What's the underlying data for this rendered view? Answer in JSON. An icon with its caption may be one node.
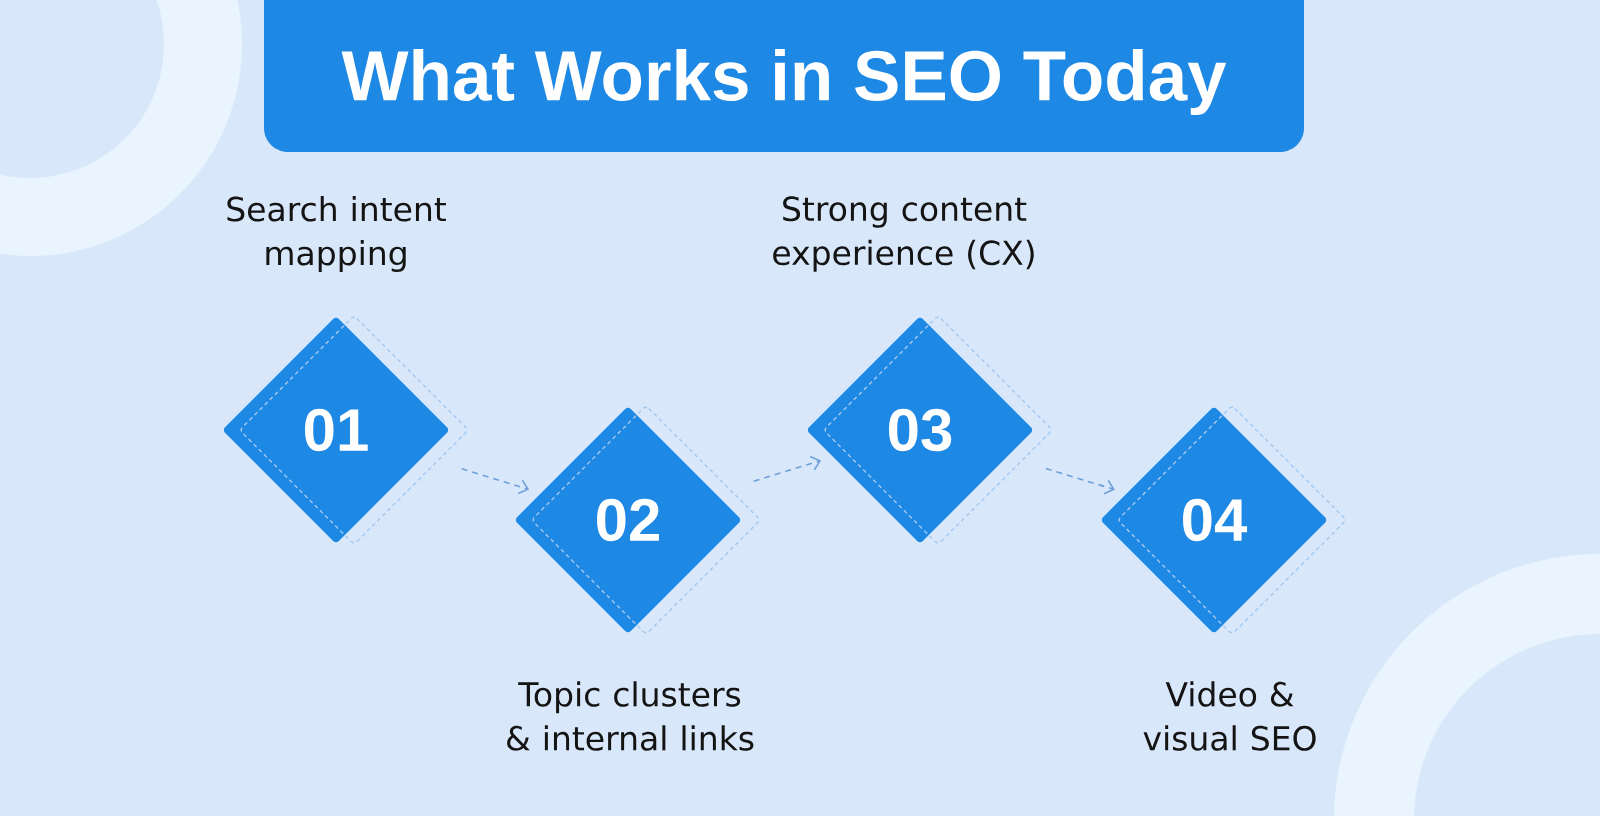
{
  "diagram": {
    "title": "What Works in SEO Today",
    "nodes": [
      {
        "text": [
          "01"
        ],
        "beside": [
          "Search intent mapping"
        ]
      },
      {
        "text": [
          "02"
        ],
        "beside": [
          "Topic clusters & internal links"
        ]
      },
      {
        "text": [
          "03"
        ],
        "beside": [
          "Strong content experience (CX)"
        ]
      },
      {
        "text": [
          "04"
        ],
        "beside": [
          "Video & visual SEO"
        ]
      }
    ],
    "edges": [
      {
        "from": 0,
        "to": 1,
        "arrow": "to",
        "style": "dashed"
      },
      {
        "from": 1,
        "to": 2,
        "arrow": "to",
        "style": "dashed"
      },
      {
        "from": 2,
        "to": 3,
        "arrow": "to",
        "style": "dashed"
      }
    ]
  }
}
